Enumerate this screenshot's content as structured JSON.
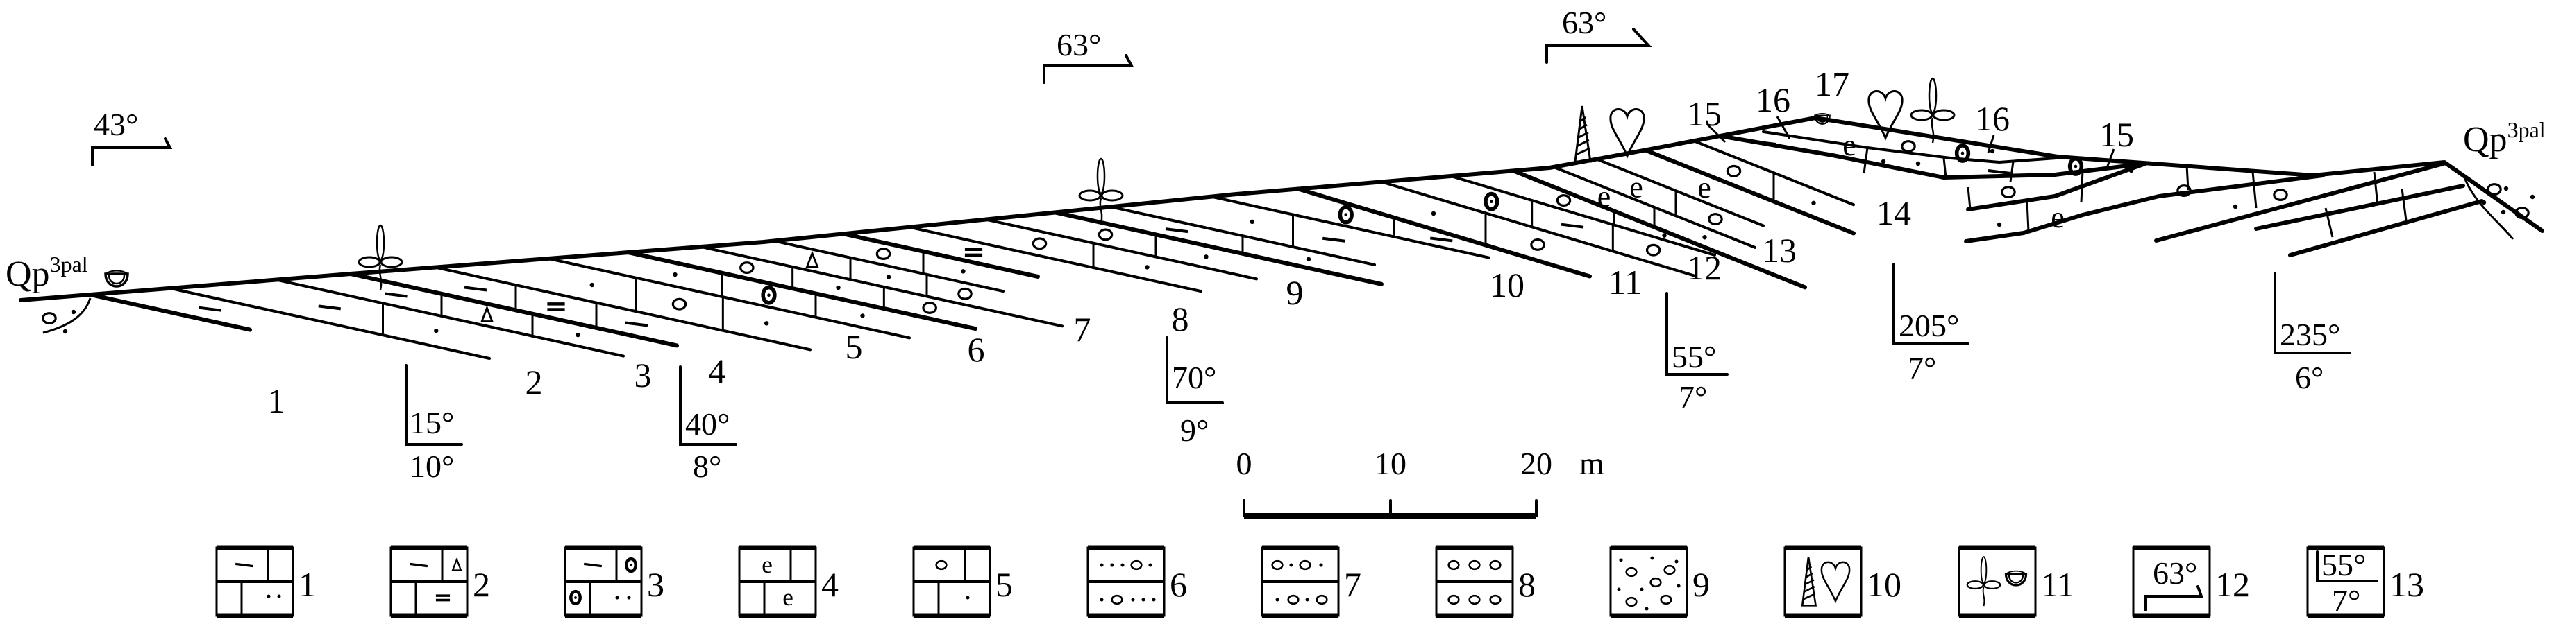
{
  "section": {
    "qp_left": {
      "main": "Qp",
      "sup": "3pal"
    },
    "qp_right": {
      "main": "Qp",
      "sup": "3pal"
    },
    "bed_numbers": [
      "1",
      "2",
      "3",
      "4",
      "5",
      "6",
      "7",
      "8",
      "9",
      "10",
      "11",
      "12",
      "13",
      "14",
      "15",
      "16",
      "17",
      "16",
      "15"
    ],
    "section_directions": [
      "43°",
      "63°",
      "63°"
    ],
    "attitudes": [
      {
        "strike": "15°",
        "dip": "10°"
      },
      {
        "strike": "40°",
        "dip": "8°"
      },
      {
        "strike": "70°",
        "dip": "9°"
      },
      {
        "strike": "55°",
        "dip": "7°"
      },
      {
        "strike": "205°",
        "dip": "7°"
      },
      {
        "strike": "235°",
        "dip": "6°"
      }
    ]
  },
  "scale_bar": {
    "ticks": [
      "0",
      "10",
      "20"
    ],
    "unit": "m"
  },
  "legend": {
    "items": [
      "1",
      "2",
      "3",
      "4",
      "5",
      "6",
      "7",
      "8",
      "9",
      "10",
      "11",
      "12",
      "13"
    ],
    "sample_direction": "63°",
    "sample_strike": "55°",
    "sample_dip": "7°"
  }
}
